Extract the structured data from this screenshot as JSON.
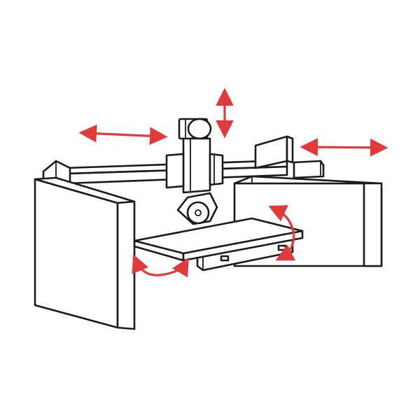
{
  "diagram": {
    "colors": {
      "outline": "#1a1a1a",
      "fill": "#ffffff",
      "arrow": "#e23a3a",
      "background": "#ffffff"
    },
    "parts": [
      "left-support-wall",
      "right-support-wall",
      "gantry-bridge-beam",
      "cutting-head-carriage",
      "circular-saw-blade",
      "tilting-work-table",
      "table-base"
    ],
    "motion_arrows": [
      "bridge-travel-arrow-left",
      "bridge-travel-arrow-right",
      "head-vertical-arrow",
      "table-rotate-arrow-left",
      "table-rotate-arrow-right"
    ]
  }
}
